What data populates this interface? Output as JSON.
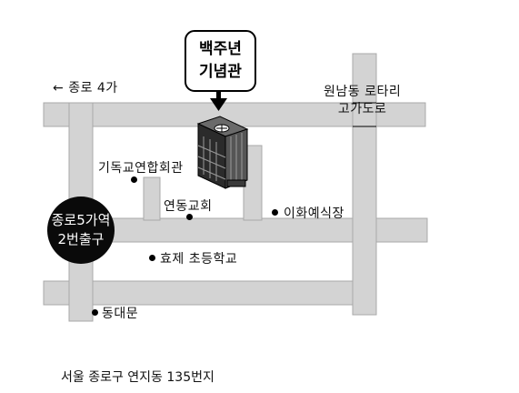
{
  "destination": {
    "line1": "백주년",
    "line2": "기념관"
  },
  "direction_left": {
    "arrow": "←",
    "text": "종로 4가"
  },
  "rotary": {
    "line1": "원남동 로타리",
    "line2": "고가도로"
  },
  "subway": {
    "line1": "종로5가역",
    "line2": "2번출구"
  },
  "landmarks": {
    "building1": "기독교연합회관",
    "church": "연동교회",
    "wedding_hall": "이화예식장",
    "school": "효제 초등학교",
    "gate": "동대문"
  },
  "address": "서울 종로구 연지동 135번지",
  "colors": {
    "road": "#d3d3d3",
    "road_edge": "#a8a8a8",
    "ink": "#000000",
    "building": "#2b2b2b"
  }
}
